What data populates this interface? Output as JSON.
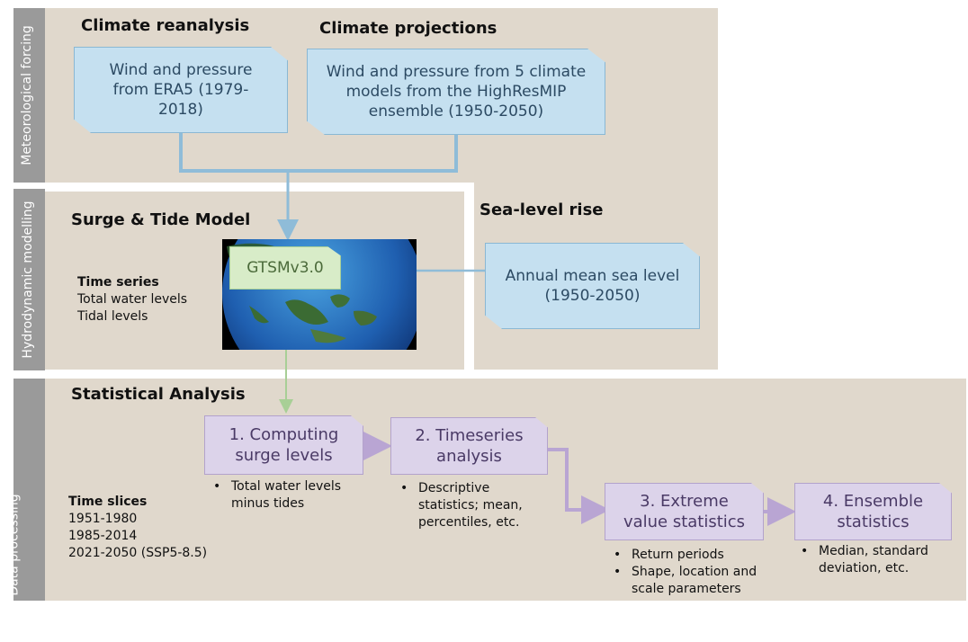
{
  "rows": {
    "meteorological": "Meteorological forcing",
    "hydrodynamic": "Hydrodynamic modelling",
    "processing": "Data processing"
  },
  "titles": {
    "reanalysis": "Climate reanalysis",
    "projections": "Climate projections",
    "surge_tide": "Surge & Tide Model",
    "sea_level": "Sea-level rise",
    "statistical": "Statistical Analysis"
  },
  "boxes": {
    "era5": "Wind and pressure from ERA5 (1979-2018)",
    "highresmip": "Wind and pressure from 5 climate models from the HighResMIP ensemble (1950-2050)",
    "gtsm": "GTSMv3.0",
    "msl": "Annual mean sea level (1950-2050)",
    "step1": "1. Computing surge levels",
    "step2": "2. Timeseries analysis",
    "step3": "3. Extreme value statistics",
    "step4": "4. Ensemble statistics"
  },
  "time_series": {
    "heading": "Time series",
    "lines": [
      "Total water levels",
      "Tidal levels"
    ]
  },
  "time_slices": {
    "heading": "Time slices",
    "lines": [
      "1951-1980",
      "1985-2014",
      "2021-2050 (SSP5-8.5)"
    ]
  },
  "step_notes": {
    "step1": [
      "Total water levels minus tides"
    ],
    "step2": [
      "Descriptive statistics; mean, percentiles, etc."
    ],
    "step3": [
      "Return periods",
      "Shape, location and scale parameters"
    ],
    "step4": [
      "Median, standard deviation, etc."
    ]
  },
  "colors": {
    "panel": "#e0d8cc",
    "sidebar": "#9a9a9a",
    "blue_box": "#c5e0f0",
    "blue_line": "#8fbcd8",
    "purple_box": "#dcd3ea",
    "purple_line": "#b9a5d3",
    "gtsm_box": "#d8ecc8",
    "green_line": "#a8cf96"
  }
}
